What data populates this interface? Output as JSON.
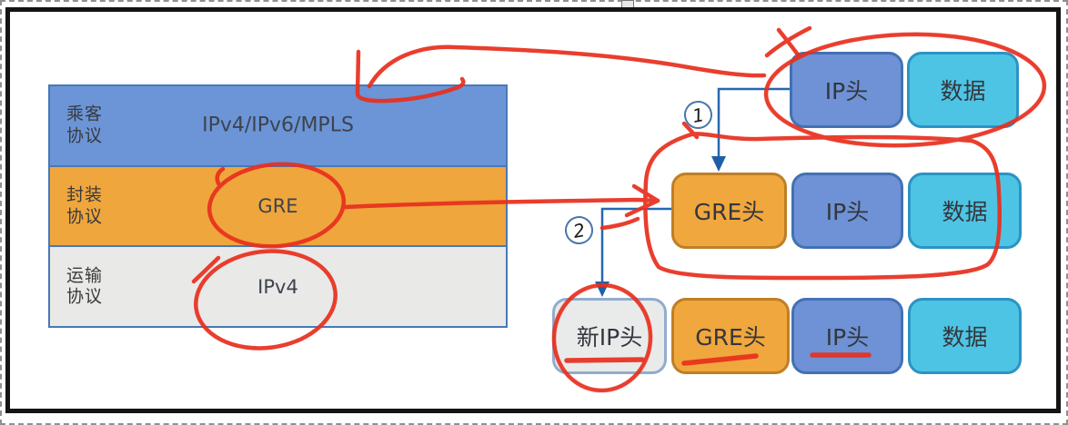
{
  "diagram_title": "GRE encapsulation diagram",
  "colors": {
    "annotation_red": "#e8301f",
    "connector_blue": "#2767b0",
    "table_blue": "#6b95d7",
    "table_orange": "#efa63c",
    "table_gray": "#e9e9e7",
    "box_blue": "#6e92d5",
    "box_cyan": "#4ec4e4",
    "box_orange": "#f0a73d",
    "box_gray": "#e9ebea"
  },
  "protocol_table": {
    "rows": [
      {
        "label_line1": "乘客",
        "label_line2": "协议",
        "value": "IPv4/IPv6/MPLS",
        "bg": "blue"
      },
      {
        "label_line1": "封装",
        "label_line2": "协议",
        "value": "GRE",
        "bg": "orange"
      },
      {
        "label_line1": "运输",
        "label_line2": "协议",
        "value": "IPv4",
        "bg": "gray"
      }
    ]
  },
  "packet_rows": [
    {
      "name": "original-packet",
      "step": "",
      "cells": [
        {
          "text": "IP头",
          "style": "blue"
        },
        {
          "text": "数据",
          "style": "cyan"
        }
      ]
    },
    {
      "name": "gre-encapsulated-packet",
      "step": "1",
      "cells": [
        {
          "text": "GRE头",
          "style": "orange"
        },
        {
          "text": "IP头",
          "style": "blue"
        },
        {
          "text": "数据",
          "style": "cyan"
        }
      ]
    },
    {
      "name": "transport-packet",
      "step": "2",
      "cells": [
        {
          "text": "新IP头",
          "style": "gray"
        },
        {
          "text": "GRE头",
          "style": "orange"
        },
        {
          "text": "IP头",
          "style": "blue"
        },
        {
          "text": "数据",
          "style": "cyan"
        }
      ]
    }
  ],
  "annotations": {
    "red_marks": [
      "circle-around-GRE",
      "circle-around-IPv4",
      "circle-around-original-packet",
      "loop-around-gre-packet",
      "circle-around-new-ip-header",
      "arrow-gre-to-packet",
      "underline-new-ip-header",
      "underline-gre-header",
      "underline-ip-header",
      "check-mark-top-right",
      "sweep-stroke-top"
    ]
  }
}
